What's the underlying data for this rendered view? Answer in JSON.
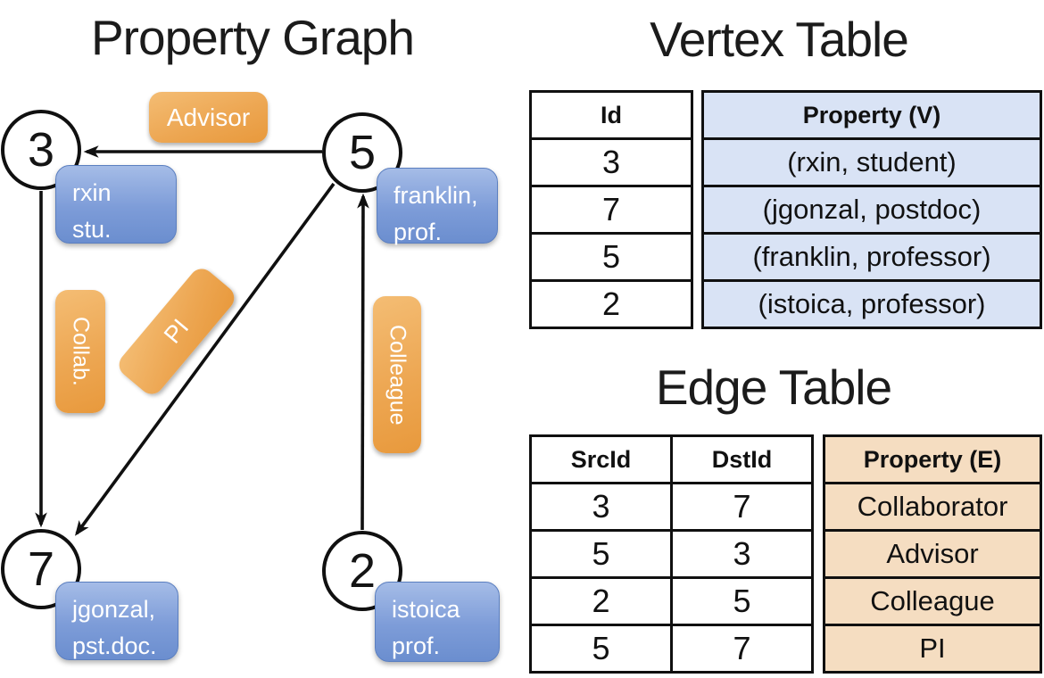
{
  "colors": {
    "edge_label_orange": "#EDA753",
    "vertex_property_blue": "#7D9CD8",
    "vertex_table_fill": "#D9E3F5",
    "edge_table_fill": "#F5DDC1",
    "line_color": "#101010"
  },
  "graph_panel": {
    "title": "Property Graph",
    "nodes": [
      {
        "id": "3",
        "property_lines": [
          "rxin",
          "stu."
        ]
      },
      {
        "id": "5",
        "property_lines": [
          "franklin,",
          "prof."
        ]
      },
      {
        "id": "7",
        "property_lines": [
          "jgonzal,",
          "pst.doc."
        ]
      },
      {
        "id": "2",
        "property_lines": [
          "istoica",
          "prof."
        ]
      }
    ],
    "edges": [
      {
        "src": "5",
        "dst": "3",
        "label": "Advisor"
      },
      {
        "src": "3",
        "dst": "7",
        "label": "Collab."
      },
      {
        "src": "5",
        "dst": "7",
        "label": "PI"
      },
      {
        "src": "2",
        "dst": "5",
        "label": "Colleague"
      }
    ]
  },
  "vertex_table": {
    "title": "Vertex Table",
    "columns": [
      "Id",
      "Property (V)"
    ],
    "rows": [
      {
        "id": "3",
        "property": "(rxin, student)"
      },
      {
        "id": "7",
        "property": "(jgonzal, postdoc)"
      },
      {
        "id": "5",
        "property": "(franklin, professor)"
      },
      {
        "id": "2",
        "property": "(istoica, professor)"
      }
    ]
  },
  "edge_table": {
    "title": "Edge Table",
    "columns": [
      "SrcId",
      "DstId",
      "Property (E)"
    ],
    "rows": [
      {
        "src": "3",
        "dst": "7",
        "property": "Collaborator"
      },
      {
        "src": "5",
        "dst": "3",
        "property": "Advisor"
      },
      {
        "src": "2",
        "dst": "5",
        "property": "Colleague"
      },
      {
        "src": "5",
        "dst": "7",
        "property": "PI"
      }
    ]
  }
}
